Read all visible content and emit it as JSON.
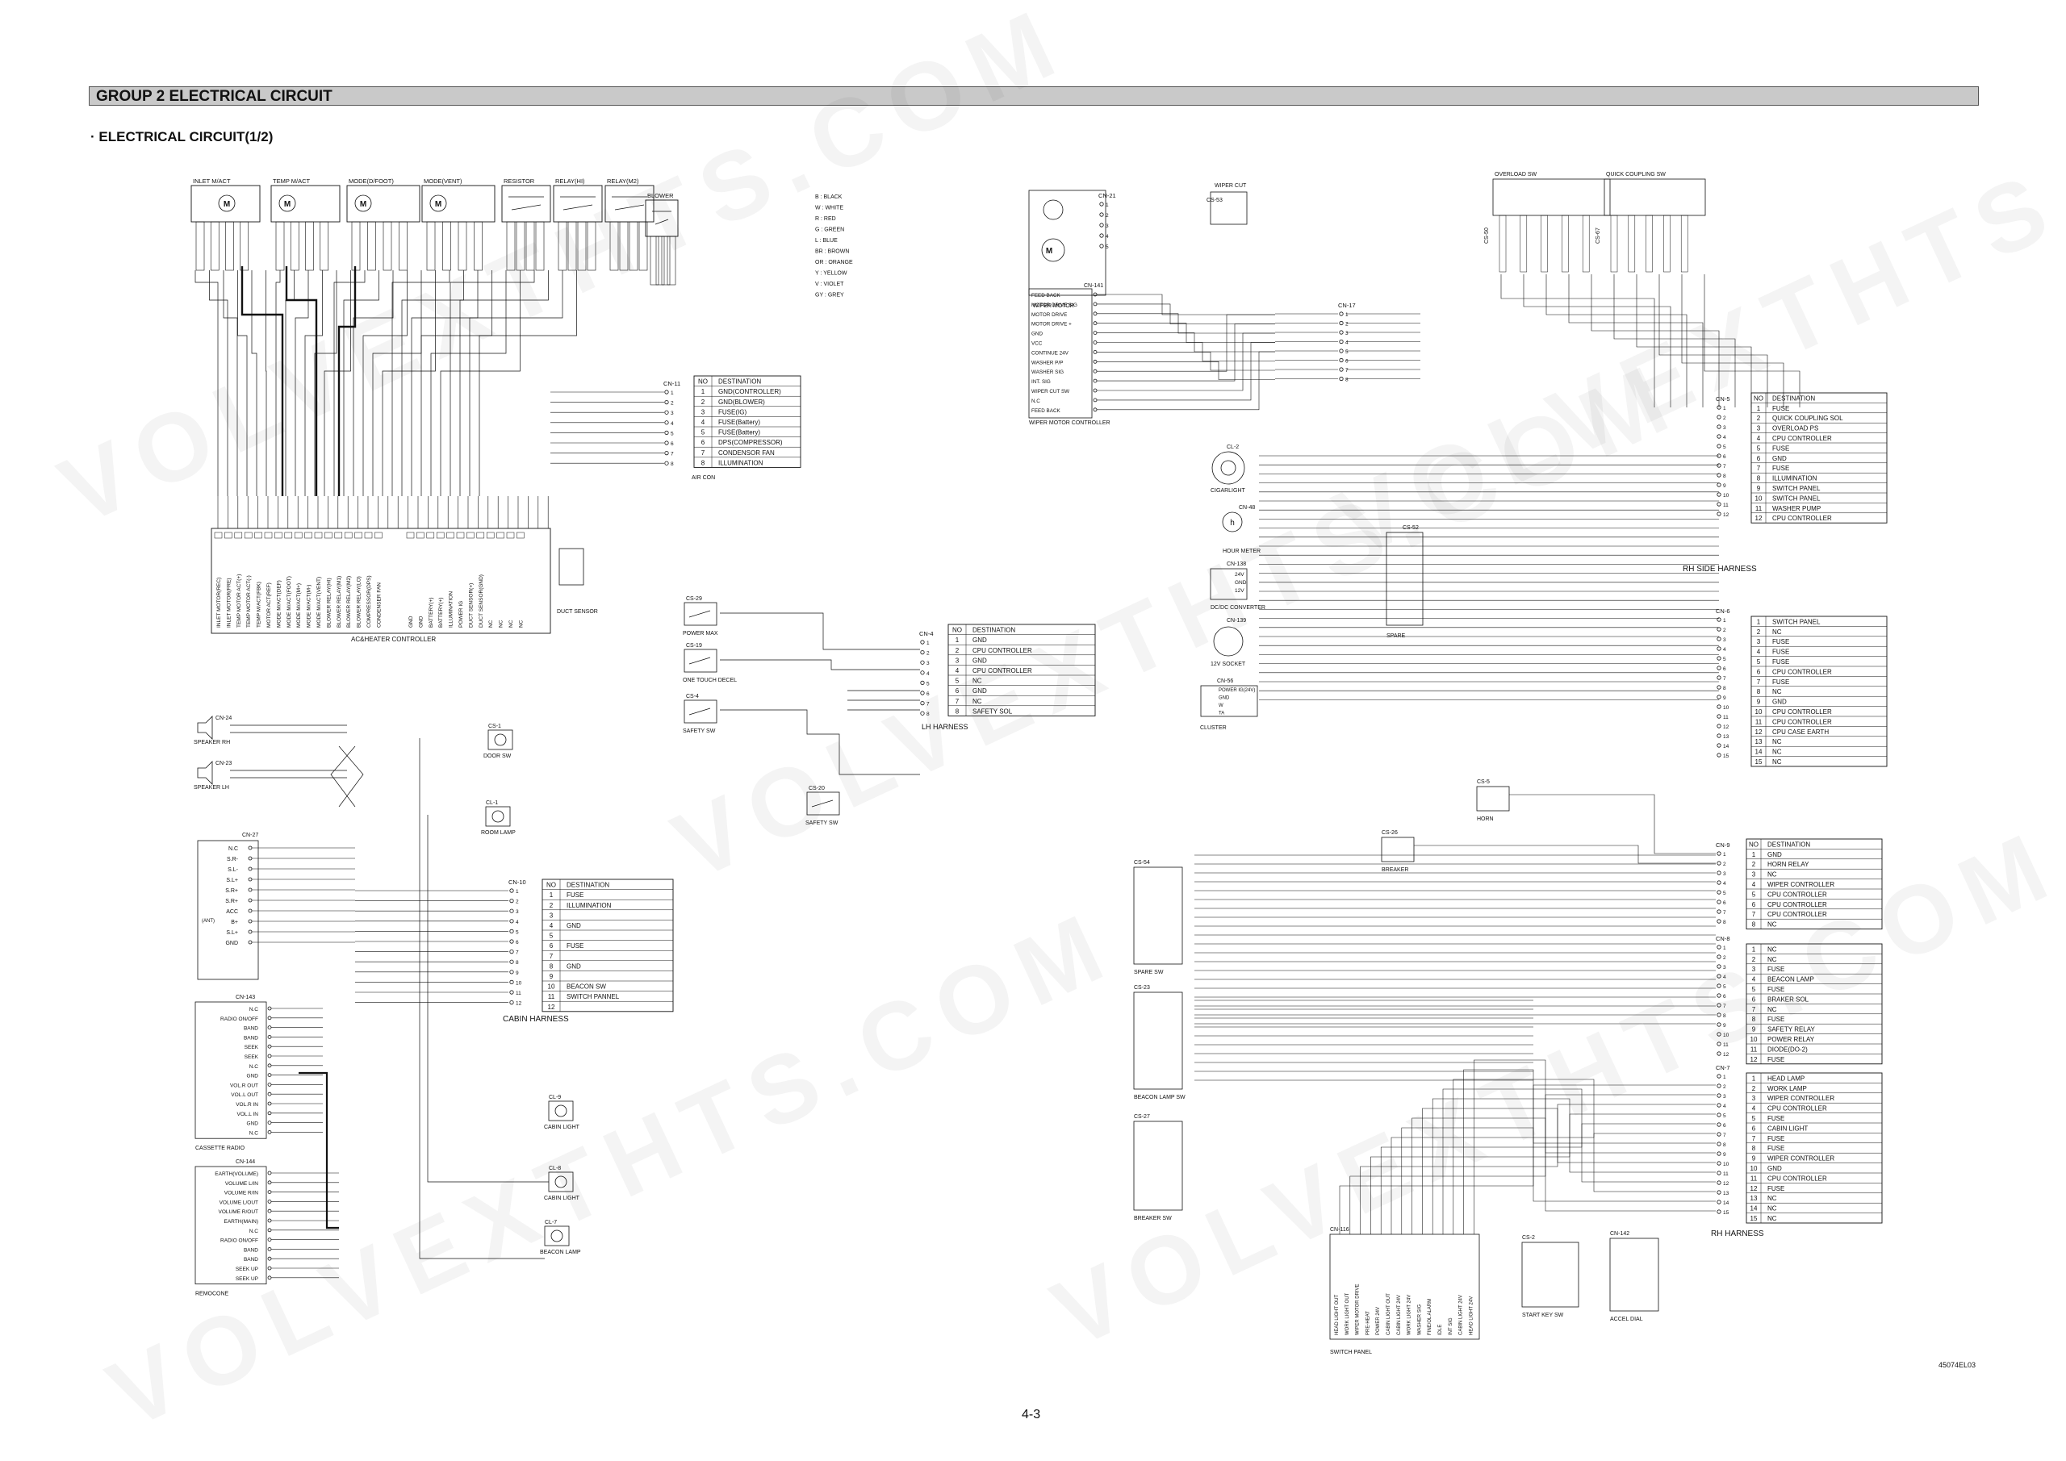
{
  "header": {
    "group_title": "GROUP  2  ELECTRICAL CIRCUIT",
    "subtitle": "· ELECTRICAL CIRCUIT(1/2)"
  },
  "footer": {
    "page_number": "4-3",
    "figure_code": "45074EL03"
  },
  "watermark": "VOLVEXTHTS.COM",
  "colors": {
    "line": "#111111",
    "title_bar": "#c9c9c9",
    "watermark": "#000000"
  },
  "color_codes": [
    "B : BLACK",
    "W : WHITE",
    "R : RED",
    "G : GREEN",
    "L : BLUE",
    "BR : BROWN",
    "OR : ORANGE",
    "Y : YELLOW",
    "V : VIOLET",
    "GY : GREY"
  ],
  "top_components": [
    "INLET M/ACT",
    "TEMP M/ACT",
    "MODE(D/FOOT)",
    "MODE(VENT)",
    "RESISTOR",
    "RELAY(HI)",
    "RELAY(M2)",
    "BLOWER"
  ],
  "controller": {
    "label": "AC&HEATER CONTROLLER",
    "pins_left": [
      "INLET MOTOR(REC)",
      "INLET MOTOR(FRE)",
      "TEMP MOTOR ACT(+)",
      "TEMP MOTOR ACT(-)",
      "TEMP M/ACT(FBK)",
      "MOTOR ACT(REF)",
      "MODE M/ACT(DEF)",
      "MODE M/ACT(FOOT)",
      "MODE M/ACT(M+)",
      "MODE M/ACT(M-)",
      "MODE M/ACT(VENT)",
      "BLOWER RELAY(HI)",
      "BLOWER RELAY(M1)",
      "BLOWER RELAY(M2)",
      "BLOWER RELAY(LO)",
      "COMPRESSOR(DPS)",
      "CONDENSER FAN"
    ],
    "pins_right": [
      "GND",
      "GND",
      "BATTERY(+)",
      "BATTERY(+)",
      "ILLUMINATION",
      "POWER IG",
      "DUCT SENSOR(+)",
      "DUCT SENSOR(GND)",
      "NC",
      "NC",
      "NC",
      "NC"
    ],
    "duct_sensor": "DUCT SENSOR"
  },
  "aircon": {
    "connector": "CN-11",
    "label": "AIR CON",
    "header": [
      "NO",
      "DESTINATION"
    ],
    "rows": [
      [
        "1",
        "GND(CONTROLLER)"
      ],
      [
        "2",
        "GND(BLOWER)"
      ],
      [
        "3",
        "FUSE(IG)"
      ],
      [
        "4",
        "FUSE(Battery)"
      ],
      [
        "5",
        "FUSE(Battery)"
      ],
      [
        "6",
        "DPS(COMPRESSOR)"
      ],
      [
        "7",
        "CONDENSOR FAN"
      ],
      [
        "8",
        "ILLUMINATION"
      ]
    ]
  },
  "lh_harness": {
    "connector": "CN-4",
    "label": "LH HARNESS",
    "header": [
      "NO",
      "DESTINATION"
    ],
    "rows": [
      [
        "1",
        "GND"
      ],
      [
        "2",
        "CPU CONTROLLER"
      ],
      [
        "3",
        "GND"
      ],
      [
        "4",
        "CPU CONTROLLER"
      ],
      [
        "5",
        "NC"
      ],
      [
        "6",
        "GND"
      ],
      [
        "7",
        "NC"
      ],
      [
        "8",
        "SAFETY SOL"
      ]
    ],
    "switches": [
      "POWER MAX",
      "ONE TOUCH DECEL",
      "SAFETY SW",
      "SAFETY SW"
    ],
    "switch_ids": [
      "CS-29",
      "CS-19",
      "CS-4",
      "CS-20"
    ]
  },
  "cabin_harness": {
    "connector": "CN-10",
    "label": "CABIN HARNESS",
    "header": [
      "NO",
      "DESTINATION"
    ],
    "rows": [
      [
        "1",
        "FUSE"
      ],
      [
        "2",
        "ILLUMINATION"
      ],
      [
        "3",
        ""
      ],
      [
        "4",
        "GND"
      ],
      [
        "5",
        ""
      ],
      [
        "6",
        "FUSE"
      ],
      [
        "7",
        ""
      ],
      [
        "8",
        "GND"
      ],
      [
        "9",
        ""
      ],
      [
        "10",
        "BEACON SW"
      ],
      [
        "11",
        "SWITCH PANNEL"
      ],
      [
        "12",
        ""
      ]
    ],
    "devices": [
      "DOOR SW",
      "ROOM LAMP",
      "CABIN LIGHT",
      "CABIN LIGHT",
      "BEACON LAMP"
    ],
    "device_ids": [
      "CS-1",
      "CL-1",
      "CL-9",
      "CL-8",
      "CL-7"
    ]
  },
  "audio": {
    "speakers": [
      "SPEAKER RH",
      "SPEAKER LH"
    ],
    "speaker_ids": [
      "CN-24",
      "CN-23"
    ],
    "cn27_pins": [
      "N.C",
      "S.R-",
      "S.L-",
      "S.L+",
      "S.R+",
      "S.R+",
      "ACC",
      "B+",
      "S.L+",
      "GND"
    ],
    "cassette": {
      "id": "CN-143",
      "label": "CASSETTE RADIO",
      "pins": [
        "N.C",
        "RADIO ON/OFF",
        "BAND",
        "BAND",
        "SEEK",
        "SEEK",
        "N.C",
        "GND",
        "VOL.R OUT",
        "VOL.L OUT",
        "VOL.R IN",
        "VOL.L IN",
        "GND",
        "N.C"
      ]
    },
    "remocone": {
      "id": "CN-144",
      "label": "REMOCONE",
      "pins": [
        "EARTH(VOLUME)",
        "VOLUME L/IN",
        "VOLUME R/IN",
        "VOLUME L/OUT",
        "VOLUME R/OUT",
        "EARTH(MAIN)",
        "N.C",
        "RADIO ON/OFF",
        "BAND",
        "BAND",
        "SEEK UP",
        "SEEK UP"
      ]
    }
  },
  "wiper": {
    "motor_label": "WIPER MOTOR",
    "motor_id": "CN-21",
    "cut_label": "WIPER CUT",
    "cut_id": "CS-53",
    "controller_label": "WIPER MOTOR CONTROLLER",
    "controller_id": "CN-141",
    "controller_pins": [
      "FEED BACK",
      "MOTOR DRIVE SIG",
      "MOTOR DRIVE",
      "MOTOR DRIVE +",
      "GND",
      "VCC",
      "CONTINUE 24V",
      "WASHER P/P",
      "WASHER SIG",
      "INT. SIG",
      "WIPER CUT SW",
      "N.C",
      "FEED BACK"
    ],
    "cn17": "CN-17"
  },
  "rh_side": {
    "top_switches": [
      "OVERLOAD SW",
      "QUICK COUPLING SW"
    ],
    "top_ids": [
      "CS-50",
      "CS-67"
    ],
    "devices": [
      "CIGARLIGHT",
      "HOUR METER",
      "DC/DC CONVERTER",
      "12V SOCKET",
      "CLUSTER",
      "SPARE"
    ],
    "device_ids": [
      "CL-2",
      "CN-48",
      "CN-138",
      "CN-139",
      "CN-56",
      "CS-52"
    ],
    "cluster_pins": [
      "POWER IG(24V)",
      "GND",
      "W",
      "TA"
    ],
    "dcdc_pins": [
      "24V",
      "GND",
      "12V"
    ],
    "cn5": {
      "id": "CN-5",
      "header": [
        "NO",
        "DESTINATION"
      ],
      "rows": [
        [
          "1",
          "FUSE"
        ],
        [
          "2",
          "QUICK COUPLING SOL"
        ],
        [
          "3",
          "OVERLOAD PS"
        ],
        [
          "4",
          "CPU CONTROLLER"
        ],
        [
          "5",
          "FUSE"
        ],
        [
          "6",
          "GND"
        ],
        [
          "7",
          "FUSE"
        ],
        [
          "8",
          "ILLUMINATION"
        ],
        [
          "9",
          "SWITCH PANEL"
        ],
        [
          "10",
          "SWITCH PANEL"
        ],
        [
          "11",
          "WASHER PUMP"
        ],
        [
          "12",
          "CPU CONTROLLER"
        ]
      ]
    },
    "harness_label": "RH SIDE HARNESS",
    "cn6": {
      "id": "CN-6",
      "header": [
        "",
        ""
      ],
      "rows": [
        [
          "1",
          "SWITCH PANEL"
        ],
        [
          "2",
          "NC"
        ],
        [
          "3",
          "FUSE"
        ],
        [
          "4",
          "FUSE"
        ],
        [
          "5",
          "FUSE"
        ],
        [
          "6",
          "CPU CONTROLLER"
        ],
        [
          "7",
          "FUSE"
        ],
        [
          "8",
          "NC"
        ],
        [
          "9",
          "GND"
        ],
        [
          "10",
          "CPU CONTROLLER"
        ],
        [
          "11",
          "CPU CONTROLLER"
        ],
        [
          "12",
          "CPU CASE EARTH"
        ],
        [
          "13",
          "NC"
        ],
        [
          "14",
          "NC"
        ],
        [
          "15",
          "NC"
        ]
      ]
    }
  },
  "rh_harness": {
    "label": "RH HARNESS",
    "devices": [
      "HORN",
      "BREAKER",
      "SPARE SW",
      "BEACON LAMP SW",
      "BREAKER SW",
      "SWITCH PANEL",
      "START KEY SW",
      "ACCEL DIAL"
    ],
    "device_ids": [
      "CS-5",
      "CS-26",
      "CS-54",
      "CS-23",
      "CS-27",
      "CN-116",
      "CS-2",
      "CN-142"
    ],
    "panel_pins": [
      "HEAD LIGHT OUT",
      "WORK LIGHT OUT",
      "WIPER MOTOR DRIVE",
      "PRE-HEAT",
      "POWER 24V",
      "CABIN LIGHT OUT",
      "CABIN LIGHT 24V",
      "WORK LIGHT 24V",
      "WASHER SIG",
      "FINE/OL ALARM",
      "IDLE",
      "INT SIG",
      "CABIN LIGHT 24V",
      "HEAD LIGHT 24V"
    ],
    "cn9": {
      "id": "CN-9",
      "header": [
        "NO",
        "DESTINATION"
      ],
      "rows": [
        [
          "1",
          "GND"
        ],
        [
          "2",
          "HORN RELAY"
        ],
        [
          "3",
          "NC"
        ],
        [
          "4",
          "WIPER CONTROLLER"
        ],
        [
          "5",
          "CPU CONTROLLER"
        ],
        [
          "6",
          "CPU CONTROLLER"
        ],
        [
          "7",
          "CPU CONTROLLER"
        ],
        [
          "8",
          "NC"
        ]
      ]
    },
    "cn8": {
      "id": "CN-8",
      "header": [
        "",
        ""
      ],
      "rows": [
        [
          "1",
          "NC"
        ],
        [
          "2",
          "NC"
        ],
        [
          "3",
          "FUSE"
        ],
        [
          "4",
          "BEACON LAMP"
        ],
        [
          "5",
          "FUSE"
        ],
        [
          "6",
          "BRAKER SOL"
        ],
        [
          "7",
          "NC"
        ],
        [
          "8",
          "FUSE"
        ],
        [
          "9",
          "SAFETY RELAY"
        ],
        [
          "10",
          "POWER RELAY"
        ],
        [
          "11",
          "DIODE(DO-2)"
        ],
        [
          "12",
          "FUSE"
        ]
      ]
    },
    "cn7": {
      "id": "CN-7",
      "header": [
        "",
        ""
      ],
      "rows": [
        [
          "1",
          "HEAD LAMP"
        ],
        [
          "2",
          "WORK LAMP"
        ],
        [
          "3",
          "WIPER CONTROLLER"
        ],
        [
          "4",
          "CPU CONTROLLER"
        ],
        [
          "5",
          "FUSE"
        ],
        [
          "6",
          "CABIN LIGHT"
        ],
        [
          "7",
          "FUSE"
        ],
        [
          "8",
          "FUSE"
        ],
        [
          "9",
          "WIPER CONTROLLER"
        ],
        [
          "10",
          "GND"
        ],
        [
          "11",
          "CPU CONTROLLER"
        ],
        [
          "12",
          "FUSE"
        ],
        [
          "13",
          "NC"
        ],
        [
          "14",
          "NC"
        ],
        [
          "15",
          "NC"
        ]
      ]
    }
  }
}
